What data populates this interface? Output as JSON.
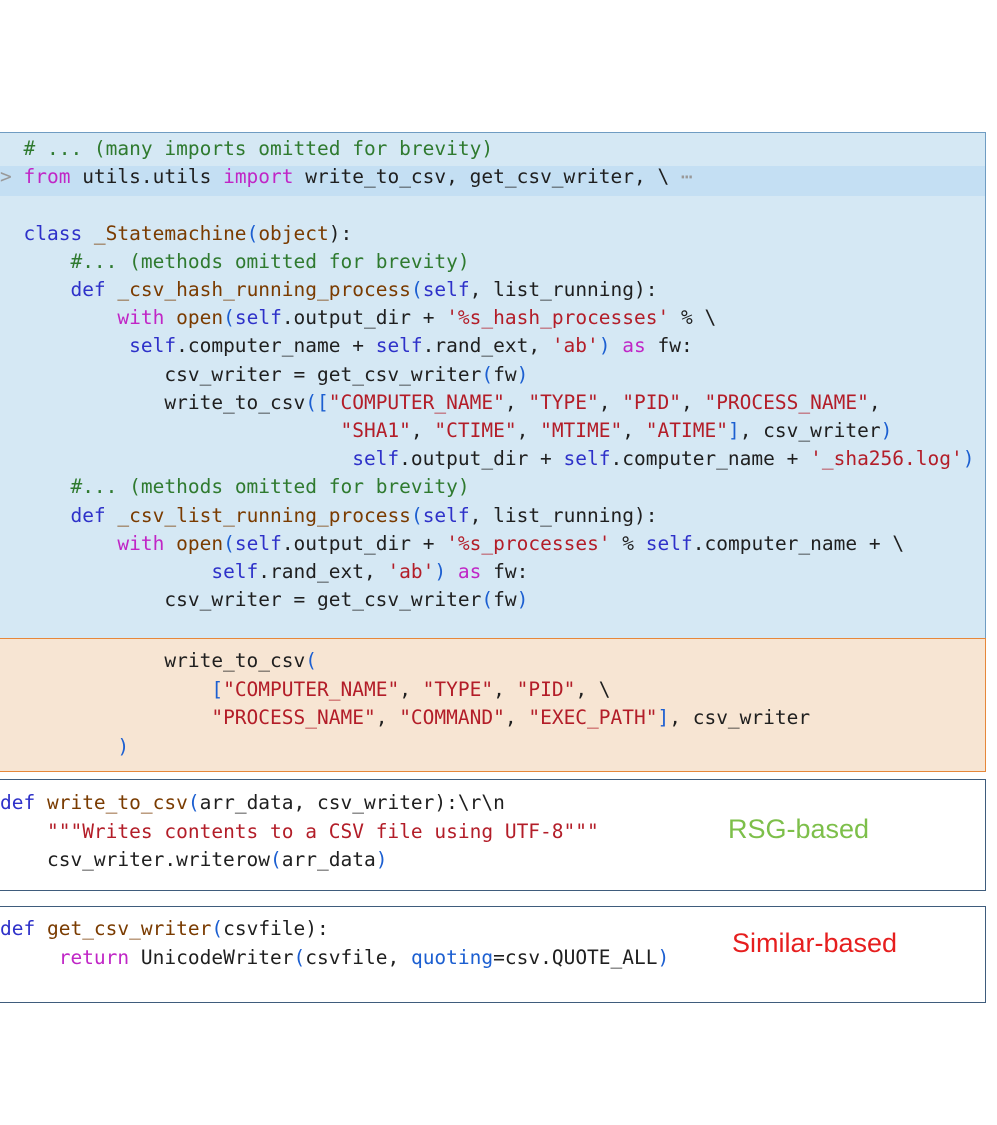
{
  "main_code": {
    "lines": [
      [
        {
          "t": "  ",
          "c": "nm"
        },
        {
          "t": "# ... (many imports omitted for brevity)",
          "c": "cm"
        }
      ],
      [
        {
          "t": "> ",
          "c": "gr"
        },
        {
          "t": "from",
          "c": "kw2"
        },
        {
          "t": " utils.utils ",
          "c": "nm"
        },
        {
          "t": "import",
          "c": "kw2"
        },
        {
          "t": " write_to_csv, get_csv_writer, \\ ",
          "c": "nm"
        },
        {
          "t": "⋯",
          "c": "gr"
        }
      ],
      [],
      [
        {
          "t": "  ",
          "c": "nm"
        },
        {
          "t": "class",
          "c": "kw"
        },
        {
          "t": " _Statemachine",
          "c": "fn"
        },
        {
          "t": "(",
          "c": "bl"
        },
        {
          "t": "object",
          "c": "fn"
        },
        {
          "t": "):",
          "c": "nm"
        }
      ],
      [
        {
          "t": "      ",
          "c": "nm"
        },
        {
          "t": "#... (methods omitted for brevity)",
          "c": "cm"
        }
      ],
      [
        {
          "t": "      ",
          "c": "nm"
        },
        {
          "t": "def",
          "c": "kw"
        },
        {
          "t": " _csv_hash_running_process",
          "c": "fn"
        },
        {
          "t": "(",
          "c": "bl"
        },
        {
          "t": "self",
          "c": "kw"
        },
        {
          "t": ", list_running",
          "c": "nm"
        },
        {
          "t": "):",
          "c": "nm"
        }
      ],
      [
        {
          "t": "          ",
          "c": "nm"
        },
        {
          "t": "with",
          "c": "kw2"
        },
        {
          "t": " ",
          "c": "nm"
        },
        {
          "t": "open",
          "c": "fn"
        },
        {
          "t": "(",
          "c": "bl"
        },
        {
          "t": "self",
          "c": "kw"
        },
        {
          "t": ".output_dir + ",
          "c": "nm"
        },
        {
          "t": "'%s_hash_processes'",
          "c": "str"
        },
        {
          "t": " % \\",
          "c": "nm"
        }
      ],
      [
        {
          "t": "           ",
          "c": "nm"
        },
        {
          "t": "self",
          "c": "kw"
        },
        {
          "t": ".computer_name + ",
          "c": "nm"
        },
        {
          "t": "self",
          "c": "kw"
        },
        {
          "t": ".rand_ext, ",
          "c": "nm"
        },
        {
          "t": "'ab'",
          "c": "str"
        },
        {
          "t": ") ",
          "c": "bl"
        },
        {
          "t": "as",
          "c": "kw2"
        },
        {
          "t": " fw:",
          "c": "nm"
        }
      ],
      [
        {
          "t": "              csv_writer = get_csv_writer",
          "c": "nm"
        },
        {
          "t": "(",
          "c": "bl"
        },
        {
          "t": "fw",
          "c": "nm"
        },
        {
          "t": ")",
          "c": "bl"
        }
      ],
      [
        {
          "t": "              write_to_csv",
          "c": "nm"
        },
        {
          "t": "([",
          "c": "bl"
        },
        {
          "t": "\"COMPUTER_NAME\"",
          "c": "str"
        },
        {
          "t": ", ",
          "c": "nm"
        },
        {
          "t": "\"TYPE\"",
          "c": "str"
        },
        {
          "t": ", ",
          "c": "nm"
        },
        {
          "t": "\"PID\"",
          "c": "str"
        },
        {
          "t": ", ",
          "c": "nm"
        },
        {
          "t": "\"PROCESS_NAME\"",
          "c": "str"
        },
        {
          "t": ",",
          "c": "nm"
        }
      ],
      [
        {
          "t": "                             ",
          "c": "nm"
        },
        {
          "t": "\"SHA1\"",
          "c": "str"
        },
        {
          "t": ", ",
          "c": "nm"
        },
        {
          "t": "\"CTIME\"",
          "c": "str"
        },
        {
          "t": ", ",
          "c": "nm"
        },
        {
          "t": "\"MTIME\"",
          "c": "str"
        },
        {
          "t": ", ",
          "c": "nm"
        },
        {
          "t": "\"ATIME\"",
          "c": "str"
        },
        {
          "t": "]",
          "c": "bl"
        },
        {
          "t": ", csv_writer",
          "c": "nm"
        },
        {
          "t": ")",
          "c": "bl"
        }
      ],
      [
        {
          "t": "                              ",
          "c": "nm"
        },
        {
          "t": "self",
          "c": "kw"
        },
        {
          "t": ".output_dir + ",
          "c": "nm"
        },
        {
          "t": "self",
          "c": "kw"
        },
        {
          "t": ".computer_name + ",
          "c": "nm"
        },
        {
          "t": "'_sha256.log'",
          "c": "str"
        },
        {
          "t": ")",
          "c": "bl"
        }
      ],
      [
        {
          "t": "      ",
          "c": "nm"
        },
        {
          "t": "#... (methods omitted for brevity)",
          "c": "cm"
        }
      ],
      [
        {
          "t": "      ",
          "c": "nm"
        },
        {
          "t": "def",
          "c": "kw"
        },
        {
          "t": " _csv_list_running_process",
          "c": "fn"
        },
        {
          "t": "(",
          "c": "bl"
        },
        {
          "t": "self",
          "c": "kw"
        },
        {
          "t": ", list_running",
          "c": "nm"
        },
        {
          "t": "):",
          "c": "nm"
        }
      ],
      [
        {
          "t": "          ",
          "c": "nm"
        },
        {
          "t": "with",
          "c": "kw2"
        },
        {
          "t": " ",
          "c": "nm"
        },
        {
          "t": "open",
          "c": "fn"
        },
        {
          "t": "(",
          "c": "bl"
        },
        {
          "t": "self",
          "c": "kw"
        },
        {
          "t": ".output_dir + ",
          "c": "nm"
        },
        {
          "t": "'%s_processes'",
          "c": "str"
        },
        {
          "t": " % ",
          "c": "nm"
        },
        {
          "t": "self",
          "c": "kw"
        },
        {
          "t": ".computer_name + \\",
          "c": "nm"
        }
      ],
      [
        {
          "t": "                  ",
          "c": "nm"
        },
        {
          "t": "self",
          "c": "kw"
        },
        {
          "t": ".rand_ext, ",
          "c": "nm"
        },
        {
          "t": "'ab'",
          "c": "str"
        },
        {
          "t": ") ",
          "c": "bl"
        },
        {
          "t": "as",
          "c": "kw2"
        },
        {
          "t": " fw:",
          "c": "nm"
        }
      ],
      [
        {
          "t": "              csv_writer = get_csv_writer",
          "c": "nm"
        },
        {
          "t": "(",
          "c": "bl"
        },
        {
          "t": "fw",
          "c": "nm"
        },
        {
          "t": ")",
          "c": "bl"
        }
      ]
    ]
  },
  "context_code": {
    "lines": [
      [
        {
          "t": "              write_to_csv",
          "c": "nm"
        },
        {
          "t": "(",
          "c": "bl"
        }
      ],
      [
        {
          "t": "                  ",
          "c": "nm"
        },
        {
          "t": "[",
          "c": "bl"
        },
        {
          "t": "\"COMPUTER_NAME\"",
          "c": "str"
        },
        {
          "t": ", ",
          "c": "nm"
        },
        {
          "t": "\"TYPE\"",
          "c": "str"
        },
        {
          "t": ", ",
          "c": "nm"
        },
        {
          "t": "\"PID\"",
          "c": "str"
        },
        {
          "t": ", \\",
          "c": "nm"
        }
      ],
      [
        {
          "t": "                  ",
          "c": "nm"
        },
        {
          "t": "\"PROCESS_NAME\"",
          "c": "str"
        },
        {
          "t": ", ",
          "c": "nm"
        },
        {
          "t": "\"COMMAND\"",
          "c": "str"
        },
        {
          "t": ", ",
          "c": "nm"
        },
        {
          "t": "\"EXEC_PATH\"",
          "c": "str"
        },
        {
          "t": "]",
          "c": "bl"
        },
        {
          "t": ", csv_writer",
          "c": "nm"
        }
      ],
      [
        {
          "t": "          ",
          "c": "nm"
        },
        {
          "t": ")",
          "c": "bl"
        }
      ]
    ]
  },
  "rsg_code": {
    "lines": [
      [
        {
          "t": "def",
          "c": "kw"
        },
        {
          "t": " write_to_csv",
          "c": "fn"
        },
        {
          "t": "(",
          "c": "bl"
        },
        {
          "t": "arr_data, csv_writer",
          "c": "nm"
        },
        {
          "t": "):\\r\\n",
          "c": "nm"
        }
      ],
      [
        {
          "t": "    ",
          "c": "nm"
        },
        {
          "t": "\"\"\"Writes contents to a CSV file using UTF-8\"\"\"",
          "c": "str"
        }
      ],
      [
        {
          "t": "    csv_writer.writerow",
          "c": "nm"
        },
        {
          "t": "(",
          "c": "bl"
        },
        {
          "t": "arr_data",
          "c": "nm"
        },
        {
          "t": ")",
          "c": "bl"
        }
      ]
    ]
  },
  "sim_code": {
    "lines": [
      [
        {
          "t": "def",
          "c": "kw"
        },
        {
          "t": " get_csv_writer",
          "c": "fn"
        },
        {
          "t": "(",
          "c": "bl"
        },
        {
          "t": "csvfile",
          "c": "nm"
        },
        {
          "t": "):",
          "c": "nm"
        }
      ],
      [
        {
          "t": "     ",
          "c": "nm"
        },
        {
          "t": "return",
          "c": "kw2"
        },
        {
          "t": " UnicodeWriter",
          "c": "nm"
        },
        {
          "t": "(",
          "c": "bl"
        },
        {
          "t": "csvfile, ",
          "c": "nm"
        },
        {
          "t": "quoting",
          "c": "bl"
        },
        {
          "t": "=csv.QUOTE_ALL",
          "c": "nm"
        },
        {
          "t": ")",
          "c": "bl"
        }
      ]
    ]
  },
  "labels": {
    "rsg": "RSG-based",
    "similar": "Similar-based"
  },
  "colors": {
    "rsg_label": "#7dbf4a",
    "similar_label": "#e61e1e"
  }
}
